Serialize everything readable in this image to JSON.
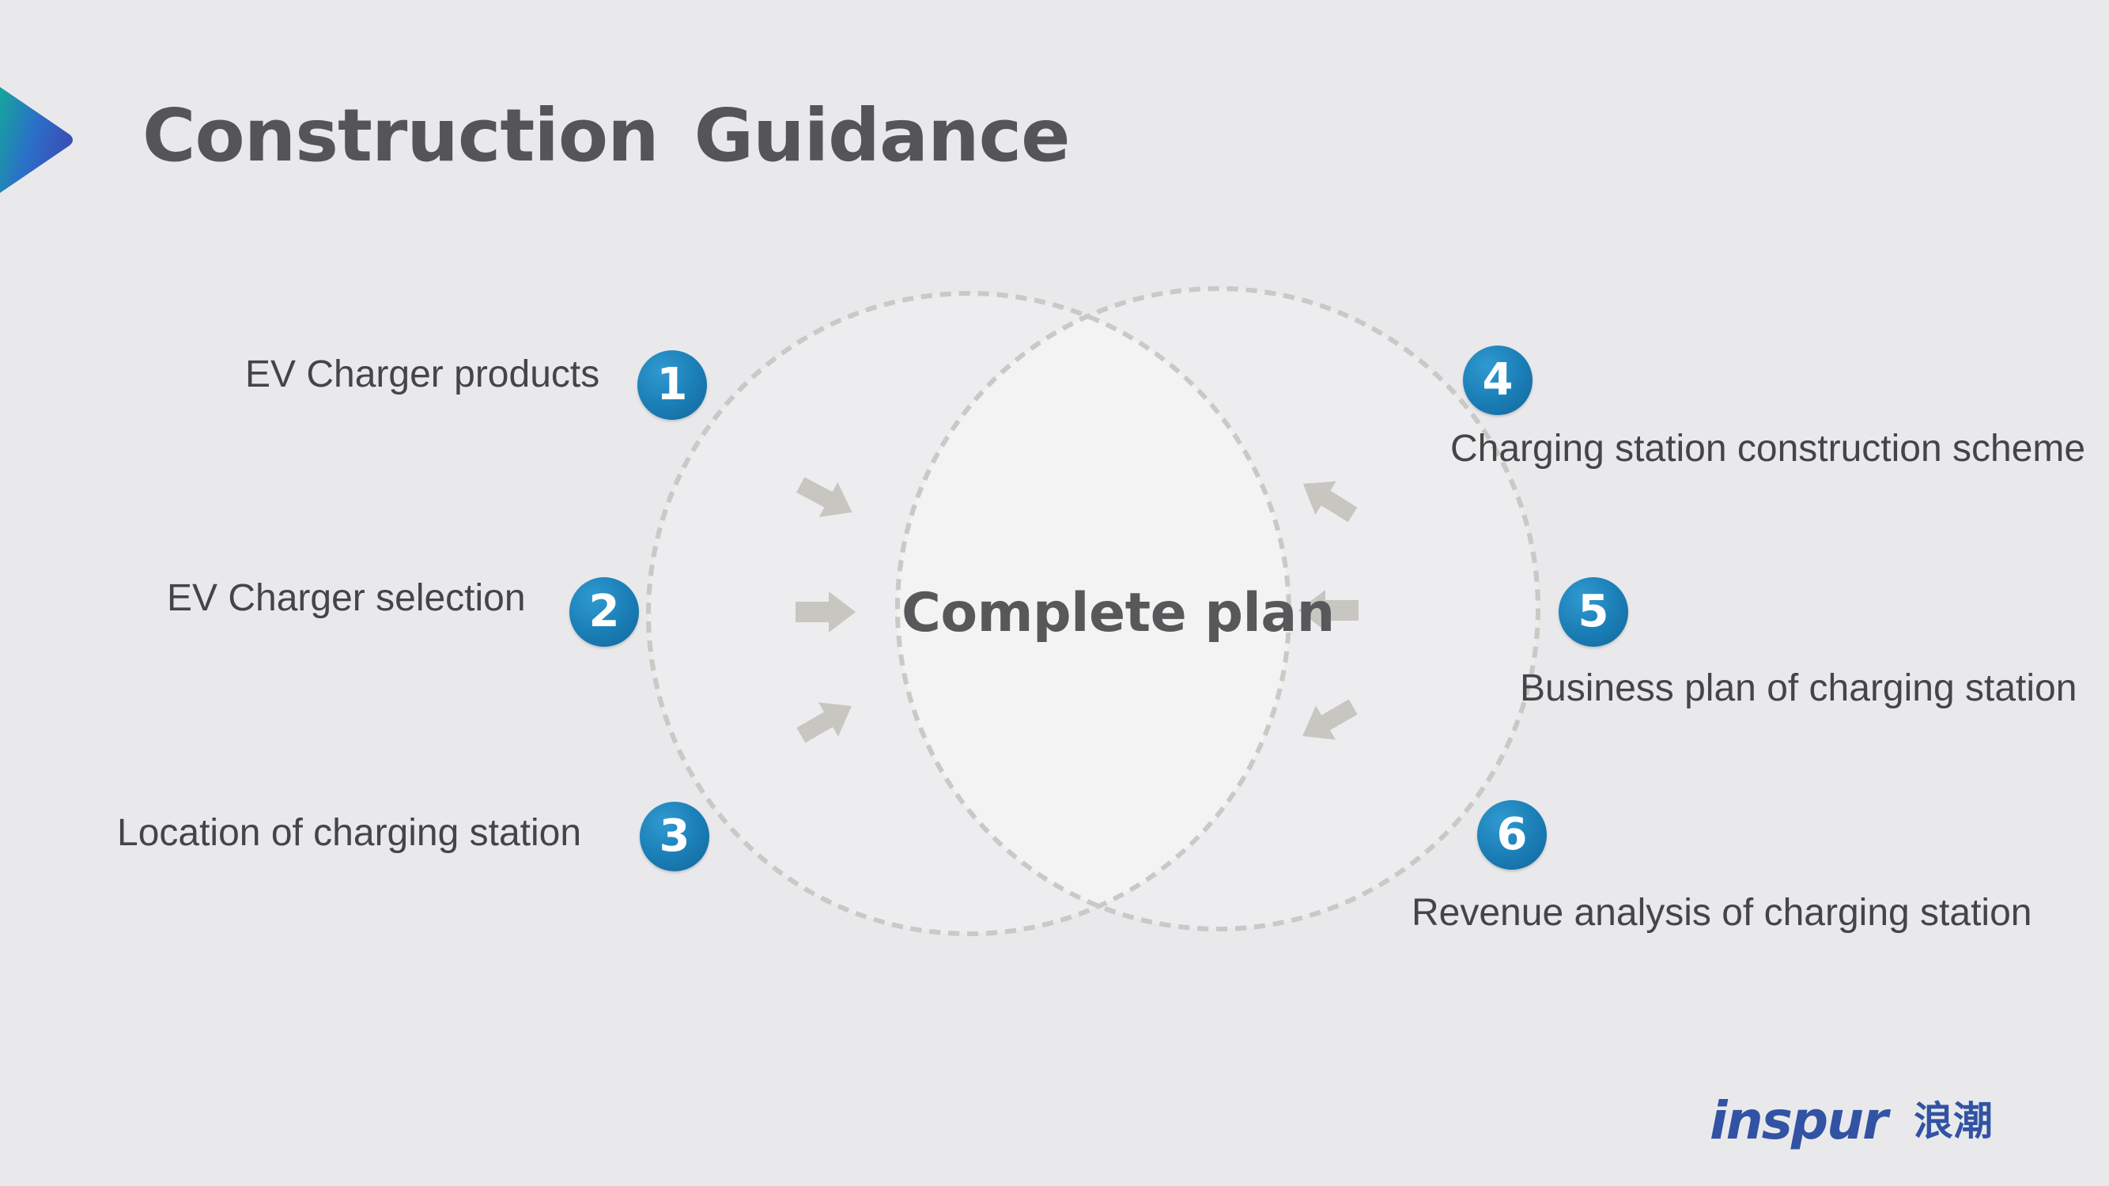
{
  "slide": {
    "title": "Construction  Guidance",
    "accent_colors": [
      "#14a79a",
      "#2b6fc9",
      "#3a4fb5"
    ]
  },
  "diagram": {
    "center_label": "Complete plan",
    "badge_color": "#1a7db5",
    "arrow_color": "#c8c6c1",
    "left_items": [
      {
        "number": "1",
        "label": "EV Charger products"
      },
      {
        "number": "2",
        "label": "EV Charger selection"
      },
      {
        "number": "3",
        "label": "Location of charging station"
      }
    ],
    "right_items": [
      {
        "number": "4",
        "label": "Charging station construction scheme"
      },
      {
        "number": "5",
        "label": "Business plan of charging station"
      },
      {
        "number": "6",
        "label": "Revenue analysis of charging station"
      }
    ]
  },
  "logo": {
    "brand": "inspur",
    "brand_cn": "浪潮",
    "color": "#3253a3"
  }
}
